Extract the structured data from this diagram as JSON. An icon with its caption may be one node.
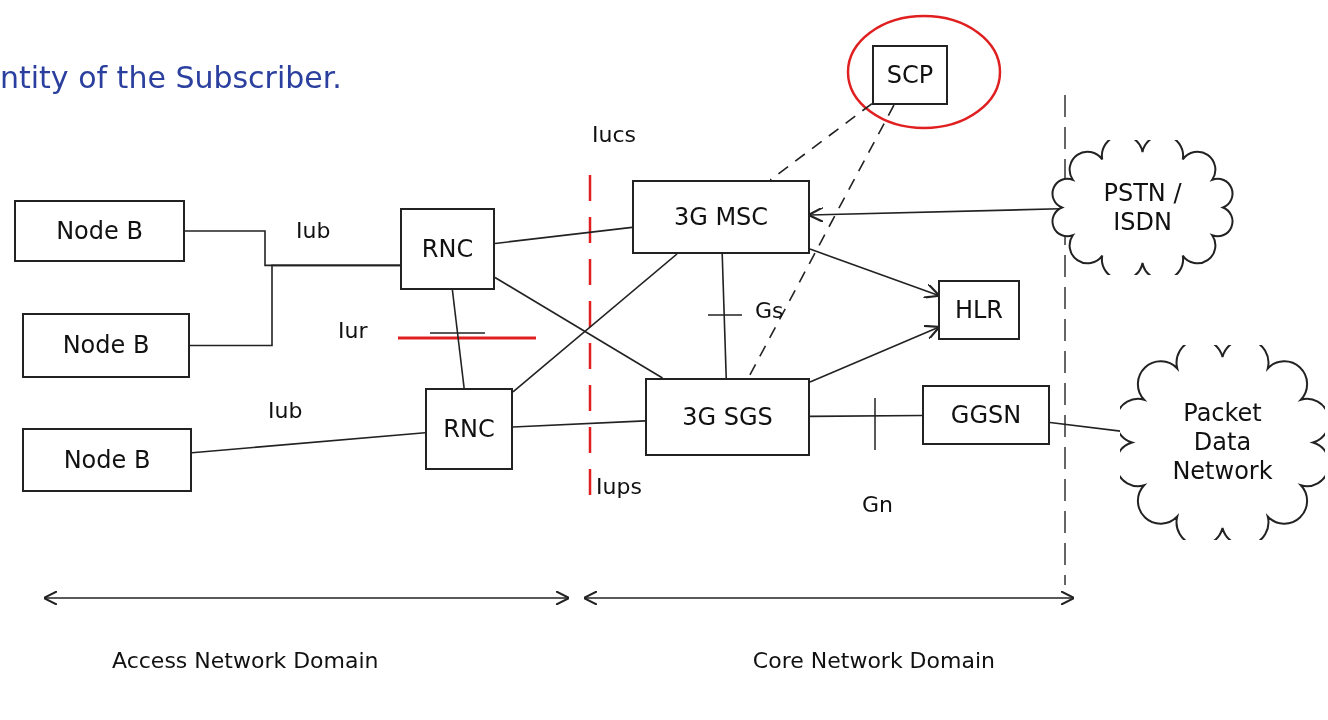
{
  "diagram": {
    "nodes": [
      {
        "text": [
          "Node B"
        ]
      },
      {
        "text": [
          "Node B"
        ]
      },
      {
        "text": [
          "Node B"
        ]
      },
      {
        "text": [
          "RNC"
        ]
      },
      {
        "text": [
          "RNC"
        ]
      },
      {
        "text": [
          "SCP"
        ]
      },
      {
        "text": [
          "3G MSC"
        ]
      },
      {
        "text": [
          "3G SGS"
        ]
      },
      {
        "text": [
          "HLR"
        ]
      },
      {
        "text": [
          "GGSN"
        ]
      },
      {
        "text": [
          "PSTN / ISDN"
        ]
      },
      {
        "text": [
          "Packet Data Network"
        ]
      }
    ],
    "edges": [
      {
        "from": 0,
        "to": 3,
        "arrow": "none"
      },
      {
        "from": 1,
        "to": 3,
        "arrow": "none"
      },
      {
        "from": 2,
        "to": 4,
        "arrow": "none"
      },
      {
        "from": 3,
        "to": 4,
        "arrow": "none"
      },
      {
        "from": 3,
        "to": 6,
        "arrow": "none"
      },
      {
        "from": 3,
        "to": 7,
        "arrow": "none"
      },
      {
        "from": 4,
        "to": 6,
        "arrow": "none"
      },
      {
        "from": 4,
        "to": 7,
        "arrow": "none"
      },
      {
        "from": 6,
        "to": 7,
        "arrow": "none"
      },
      {
        "from": 6,
        "to": 8,
        "arrow": "to"
      },
      {
        "from": 7,
        "to": 8,
        "arrow": "to"
      },
      {
        "from": 7,
        "to": 9,
        "arrow": "none"
      },
      {
        "from": 10,
        "to": 6,
        "arrow": "to"
      },
      {
        "from": 9,
        "to": 11,
        "arrow": "none"
      },
      {
        "from": 5,
        "to": 6,
        "arrow": "none",
        "style": "dashed"
      },
      {
        "from": 5,
        "to": 7,
        "arrow": "none",
        "style": "dashed"
      }
    ],
    "labels": [
      "ntity of the Subscriber.",
      "Iucs",
      "Iub",
      "Iur",
      "Gs",
      "Iub",
      "Iups",
      "Gn",
      "Access Network Domain",
      "Core Network Domain"
    ]
  }
}
